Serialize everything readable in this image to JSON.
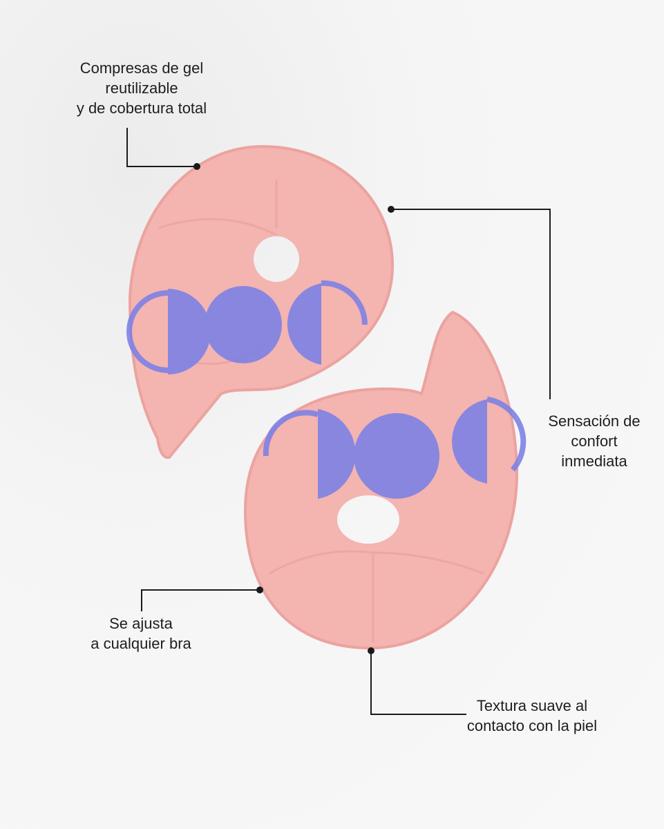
{
  "callouts": [
    {
      "lines": [
        "Compresas de gel",
        "reutilizable",
        "y de cobertura total"
      ]
    },
    {
      "lines": [
        "Sensación de",
        "confort",
        "inmediata"
      ]
    },
    {
      "lines": [
        "Se ajusta",
        "a cualquier bra"
      ]
    },
    {
      "lines": [
        "Textura suave al",
        "contacto con la piel"
      ]
    }
  ],
  "colors": {
    "pad": "#f4b4b0",
    "pad_edge": "#eba3a0",
    "logo": "#7b80e6",
    "line": "#1a1a1a"
  }
}
